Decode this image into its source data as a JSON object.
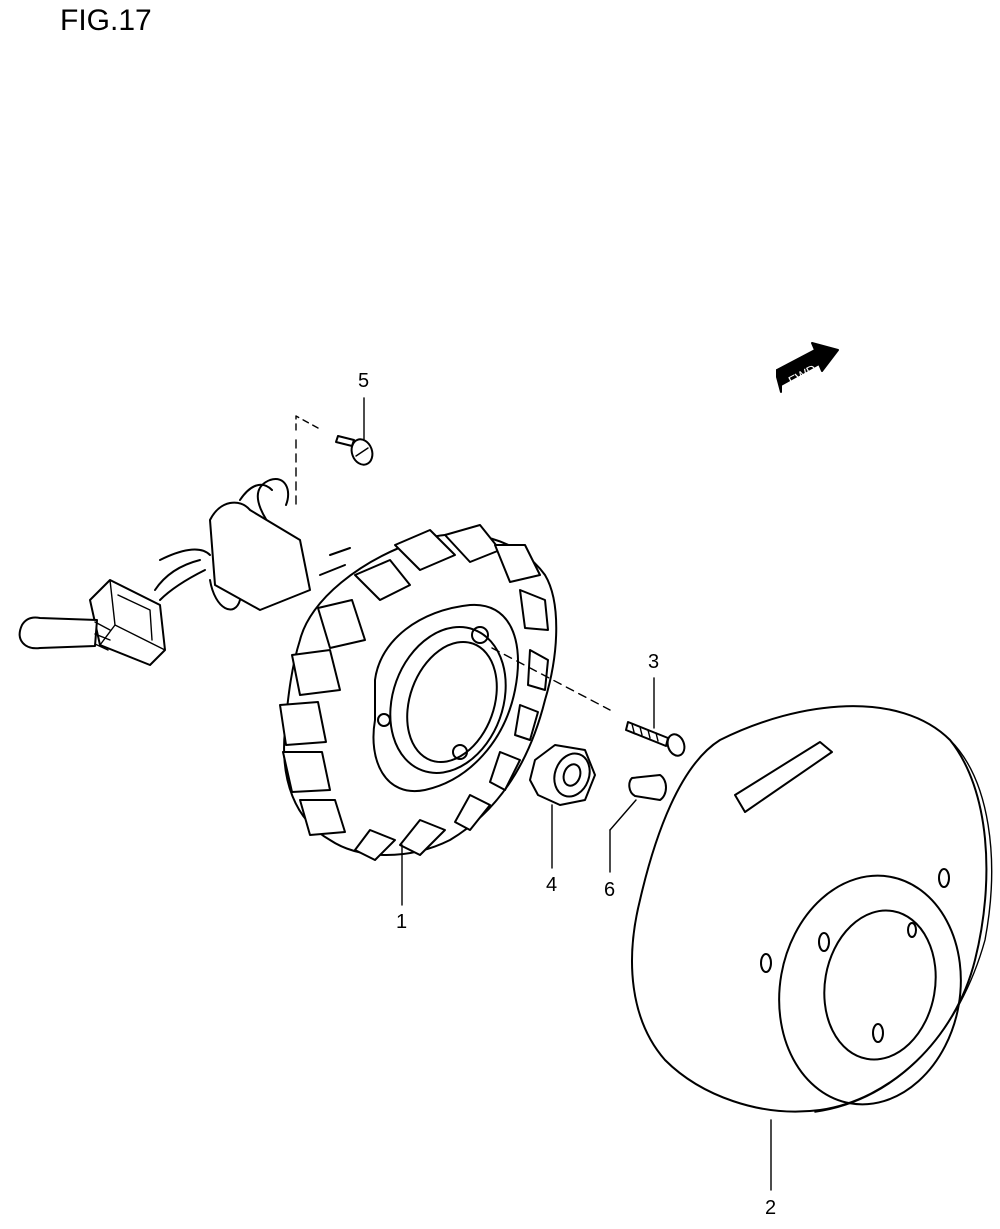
{
  "figure": {
    "title": "FIG.17"
  },
  "fwd_arrow": {
    "label": "FWD",
    "icon": "forward-arrow-icon"
  },
  "callouts": [
    {
      "id": "stator",
      "number": "1"
    },
    {
      "id": "rotor",
      "number": "2"
    },
    {
      "id": "screw",
      "number": "3"
    },
    {
      "id": "nut",
      "number": "4"
    },
    {
      "id": "bolt",
      "number": "5"
    },
    {
      "id": "key",
      "number": "6"
    }
  ],
  "colors": {
    "line": "#000000",
    "background": "#ffffff"
  }
}
